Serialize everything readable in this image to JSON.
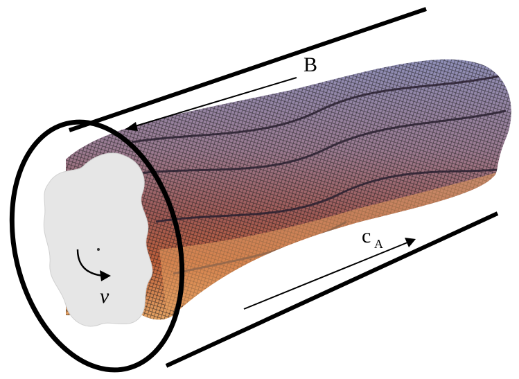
{
  "labels": {
    "field": "B",
    "wave_speed": "c",
    "wave_speed_sub": "A",
    "velocity": "v"
  },
  "colors": {
    "tube_outline": "#000000",
    "cross_section": "#e6e6e6",
    "surface_top": "#8f8fb8",
    "surface_mid": "#9a6a78",
    "surface_low": "#b85a3a",
    "surface_bottom": "#e0a060",
    "mesh": "#1a1a1a"
  }
}
